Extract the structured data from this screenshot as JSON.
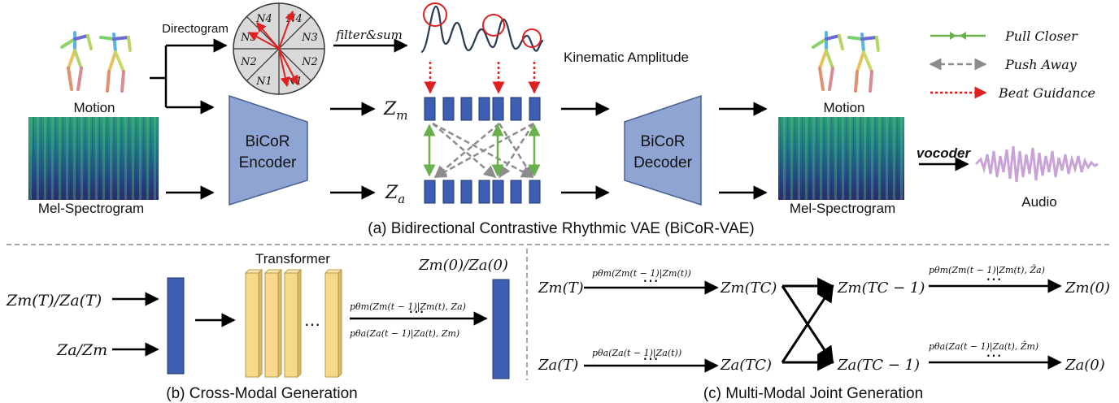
{
  "panel_a": {
    "caption": "(a) Bidirectional Contrastive Rhythmic VAE (BiCoR-VAE)",
    "directogram_label": "Directogram",
    "motion_label_in": "Motion",
    "mel_label_in": "Mel-Spectrogram",
    "encoder_line1": "BiCoR",
    "encoder_line2": "Encoder",
    "decoder_line1": "BiCoR",
    "decoder_line2": "Decoder",
    "filter_sum_label": "filter&sum",
    "kinematic_label": "Kinematic Amplitude",
    "zm_label": "Z",
    "zm_sub": "m",
    "za_label": "Z",
    "za_sub": "a",
    "motion_label_out": "Motion",
    "mel_label_out": "Mel-Spectrogram",
    "vocoder_label": "vocoder",
    "audio_label": "Audio",
    "sectors": [
      "N4",
      "N4",
      "N3",
      "N3",
      "N2",
      "N2",
      "N1",
      "N1"
    ],
    "legend": {
      "pull": "Pull Closer",
      "push": "Push Away",
      "beat": "Beat Guidance"
    }
  },
  "panel_b": {
    "caption": "(b) Cross-Modal Generation",
    "transformer_label": "Transformer",
    "input1": "Zm(T)/Za(T)",
    "input2": "Za/Zm",
    "output": "Zm(0)/Za(0)",
    "eq_top": "pθm(Zm(t − 1)|Zm(t), Za)",
    "eq_bottom": "pθa(Za(t − 1)|Za(t), Zm)",
    "ellipsis": "⋯"
  },
  "panel_c": {
    "caption": "(c) Multi-Modal Joint Generation",
    "zm_T": "Zm(T)",
    "za_T": "Za(T)",
    "zm_Tc": "Zm(TC)",
    "za_Tc": "Za(TC)",
    "zm_Tc1": "Zm(TC − 1)",
    "za_Tc1": "Za(TC − 1)",
    "zm_0": "Zm(0)",
    "za_0": "Za(0)",
    "eq_m1": "pθm(Zm(t − 1)|Zm(t))",
    "eq_a1": "pθa(Za(t − 1)|Za(t))",
    "eq_m2": "pθm(Zm(t − 1)|Zm(t), Ẑa)",
    "eq_a2": "pθa(Za(t − 1)|Za(t), Ẑm)"
  },
  "colors": {
    "latent_blue": "#3c5eb3",
    "encoder_fill": "#8ea4d2",
    "pull_green": "#6ab04c",
    "push_gray": "#8c8c8c",
    "beat_red": "#e02020",
    "transformer_yellow": "#f8d98c",
    "audio_purple": "#c9a3d6"
  }
}
